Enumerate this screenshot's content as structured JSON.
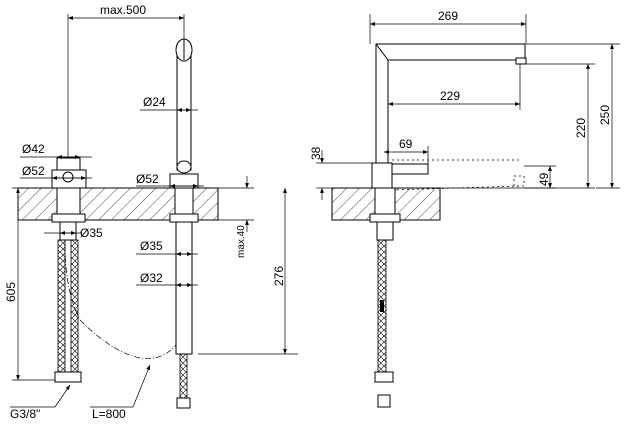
{
  "dimensions": {
    "max_reach": "max.500",
    "d42": "Ø42",
    "d52_left": "Ø52",
    "d24": "Ø24",
    "d52_mid": "Ø52",
    "d35_left": "Ø35",
    "d35_mid": "Ø35",
    "d32": "Ø32",
    "max40": "max.40",
    "h276": "276",
    "h605": "605",
    "thread": "G3/8\"",
    "hose_len": "L=800",
    "w269": "269",
    "w229": "229",
    "w69": "69",
    "h38": "38",
    "h49": "49",
    "h220": "220",
    "h250": "250"
  }
}
